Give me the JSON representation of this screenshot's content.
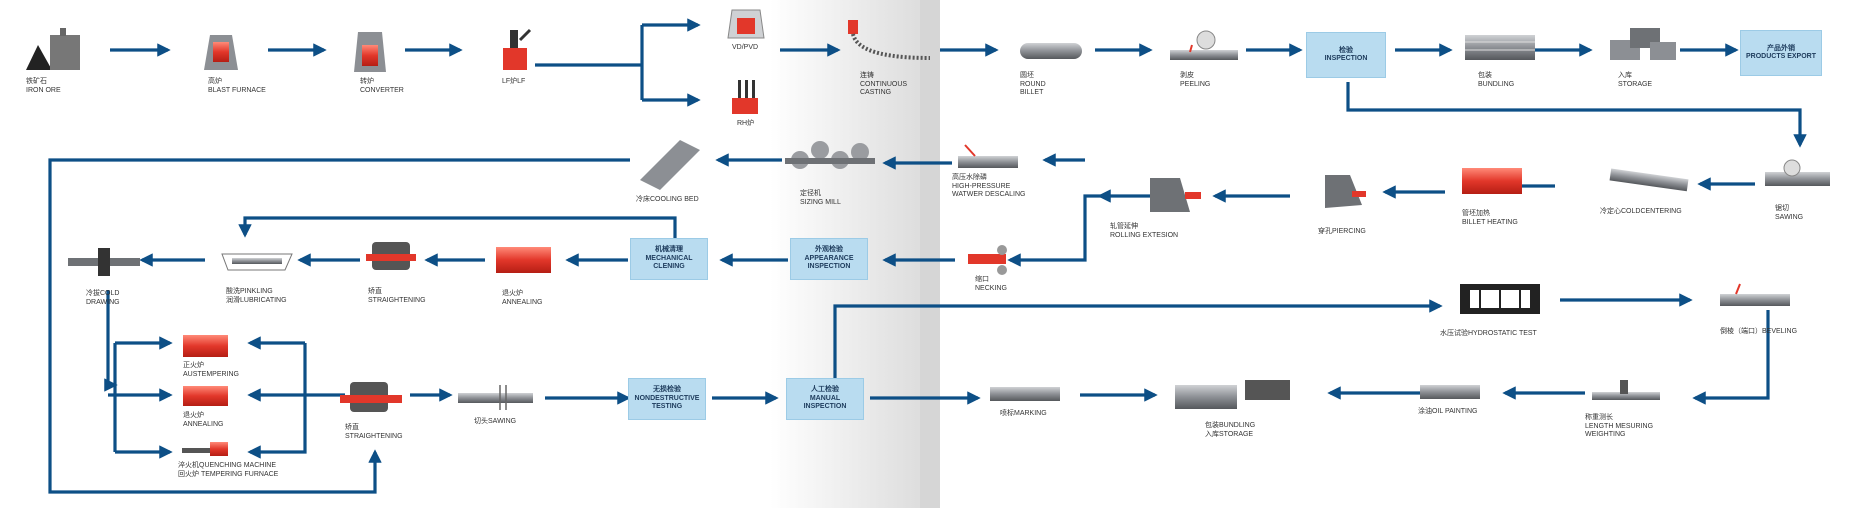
{
  "steps": {
    "iron_ore": {
      "cn": "铁矿石",
      "en": "IRON ORE"
    },
    "blast_furnace": {
      "cn": "高炉",
      "en": "BLAST FURNACE"
    },
    "converter": {
      "cn": "转炉",
      "en": "CONVERTER"
    },
    "lf": {
      "cn": "LF炉LF"
    },
    "vd_pvd": {
      "cn": "VD/PVD"
    },
    "rh": {
      "cn": "RH炉"
    },
    "continuous_casting": {
      "cn": "连铸",
      "en1": "CONTINUOUS",
      "en2": "CASTING"
    },
    "round_billet": {
      "cn": "圆坯",
      "en1": "ROUND",
      "en2": "BILLET"
    },
    "peeling": {
      "cn": "剥皮",
      "en": "PEELING"
    },
    "inspection_top": {
      "cn": "检验",
      "en": "INSPECTION"
    },
    "bundling": {
      "cn": "包装",
      "en": "BUNDLING"
    },
    "storage": {
      "cn": "入库",
      "en": "STORAGE"
    },
    "products_export": {
      "cn": "产品外销",
      "en": "PRODUCTS EXPORT"
    },
    "sawing": {
      "cn": "锯切",
      "en": "SAWING"
    },
    "cold_centering": {
      "cn": "冷定心COLDCENTERING"
    },
    "billet_heating": {
      "cn": "管坯加热",
      "en": "BILLET HEATING"
    },
    "piercing": {
      "cn": "穿孔PIERCING"
    },
    "rolling_extension": {
      "cn": "轧管延伸",
      "en": "ROLLING EXTESION"
    },
    "descaling": {
      "cn": "高压水除磷",
      "en1": "HIGH-PRESSURE",
      "en2": "WATWER DESCALING"
    },
    "sizing_mill": {
      "cn": "定径机",
      "en": "SIZING MILL"
    },
    "cooling_bed": {
      "cn": "冷床COOLING BED"
    },
    "necking": {
      "cn": "缩口",
      "en": "NECKING"
    },
    "appearance_inspection": {
      "cn": "外观检验",
      "en1": "APPEARANCE",
      "en2": "INSPECTION"
    },
    "mechanical_cleaning": {
      "cn": "机械清理",
      "en1": "MECHANICAL",
      "en2": "CLENING"
    },
    "annealing_mid": {
      "cn": "退火炉",
      "en": "ANNEALING"
    },
    "straightening_mid": {
      "cn": "矫直",
      "en": "STRAIGHTENING"
    },
    "pickling": {
      "cn": "酸洗PINKLING",
      "en": "润滑LUBRICATING"
    },
    "cold_drawing": {
      "cn": "冷拔COLD",
      "en": "DRAWING"
    },
    "austempering": {
      "cn": "正火炉",
      "en": "AUSTEMPERING"
    },
    "annealing_low": {
      "cn": "退火炉",
      "en": "ANNEALING"
    },
    "quenching": {
      "cn": "淬火机QUENCHING MACHINE",
      "en": "回火炉 TEMPERING FURNACE"
    },
    "straightening_low": {
      "cn": "矫直",
      "en": "STRAIGHTENING"
    },
    "cut_sawing": {
      "cn": "切头SAWING"
    },
    "ndt": {
      "cn": "无损检验",
      "en1": "NONDESTRUCTIVE",
      "en2": "TESTING"
    },
    "manual_inspection": {
      "cn": "人工检验",
      "en1": "MANUAL",
      "en2": "INSPECTION"
    },
    "hydrostatic": {
      "cn": "水压试验HYDROSTATIC TEST"
    },
    "beveling": {
      "cn": "倒棱（端口）BEVELING"
    },
    "measuring": {
      "cn": "称重测长",
      "en1": "LENGTH MESURING",
      "en2": "WEIGHTING"
    },
    "oil_painting": {
      "cn": "涂油OIL PAINTING"
    },
    "bundling_storage": {
      "cn": "包装BUNDLING",
      "en": "入库STORAGE"
    },
    "marking": {
      "cn": "喷标MARKING"
    }
  },
  "colors": {
    "arrow": "#0d4f86",
    "box": "#b9dcf0",
    "red": "#e2372a",
    "steel": "#8c8f94"
  }
}
